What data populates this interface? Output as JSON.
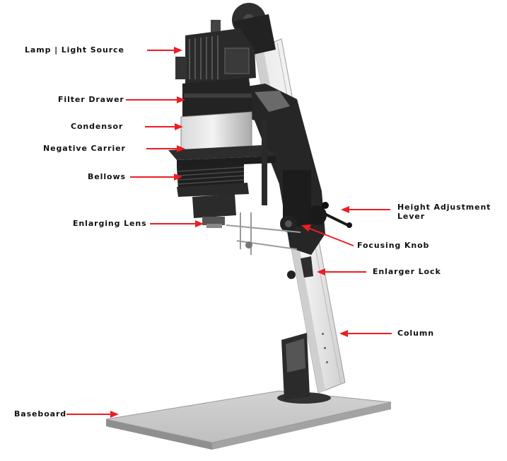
{
  "labels": {
    "lamp": "Lamp | Light Source",
    "filter_drawer": "Filter Drawer",
    "condensor": "Condensor",
    "negative_carrier": "Negative Carrier",
    "bellows": "Bellows",
    "enlarging_lens": "Enlarging Lens",
    "height_adjustment_line1": "Height Adjustment",
    "height_adjustment_line2": "Lever",
    "focusing_knob": "Focusing Knob",
    "enlarger_lock": "Enlarger Lock",
    "column": "Column",
    "baseboard": "Baseboard"
  },
  "colors": {
    "arrow": "#ee1d23",
    "background": "#ffffff",
    "text": "#111111"
  },
  "image": {
    "subject": "photographic-enlarger-illustration"
  }
}
